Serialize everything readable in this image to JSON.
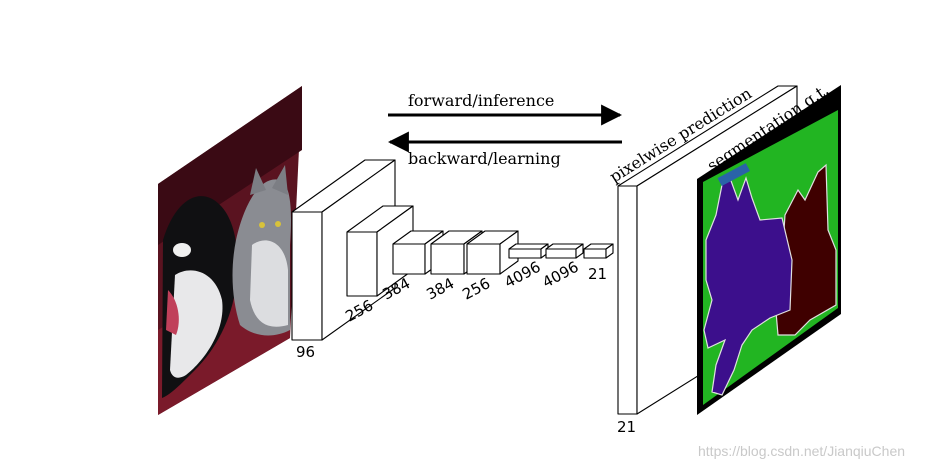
{
  "arrows": {
    "forward": "forward/inference",
    "backward": "backward/learning"
  },
  "labels": {
    "prediction": "pixelwise prediction",
    "ground_truth": "segmentation g.t."
  },
  "layers": [
    {
      "channels": "96"
    },
    {
      "channels": "256"
    },
    {
      "channels": "384"
    },
    {
      "channels": "384"
    },
    {
      "channels": "256"
    },
    {
      "channels": "4096"
    },
    {
      "channels": "4096"
    },
    {
      "channels": "21"
    }
  ],
  "output": {
    "channels": "21"
  },
  "watermark": "https://blog.csdn.net/JianqiuChen",
  "colors": {
    "dog_segment": "#3c0f8c",
    "cat_segment": "#3f0000",
    "background_segment": "#22b522",
    "void_segment": "#000000",
    "label_tag": "#2a63a8"
  },
  "icons": {
    "input_photo": "dog-and-cat-photo",
    "ground_truth_map": "segmentation-mask"
  }
}
